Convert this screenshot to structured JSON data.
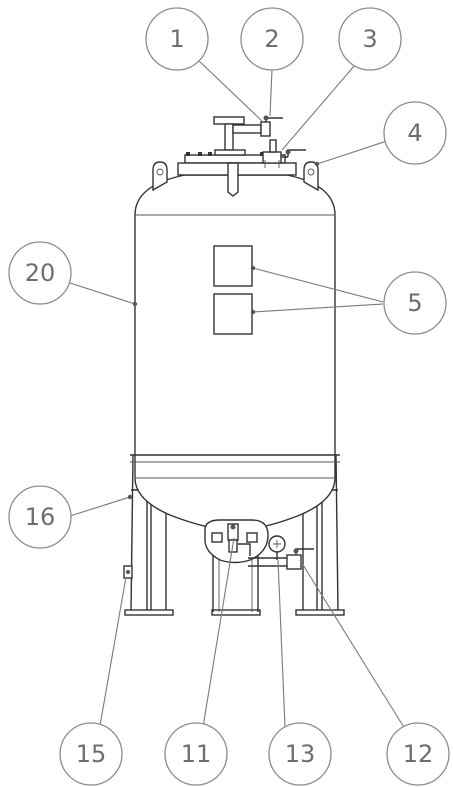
{
  "callouts": [
    {
      "id": "1",
      "label": "1"
    },
    {
      "id": "2",
      "label": "2"
    },
    {
      "id": "3",
      "label": "3"
    },
    {
      "id": "4",
      "label": "4"
    },
    {
      "id": "5",
      "label": "5"
    },
    {
      "id": "20",
      "label": "20"
    },
    {
      "id": "16",
      "label": "16"
    },
    {
      "id": "15",
      "label": "15"
    },
    {
      "id": "11",
      "label": "11"
    },
    {
      "id": "13",
      "label": "13"
    },
    {
      "id": "12",
      "label": "12"
    }
  ]
}
